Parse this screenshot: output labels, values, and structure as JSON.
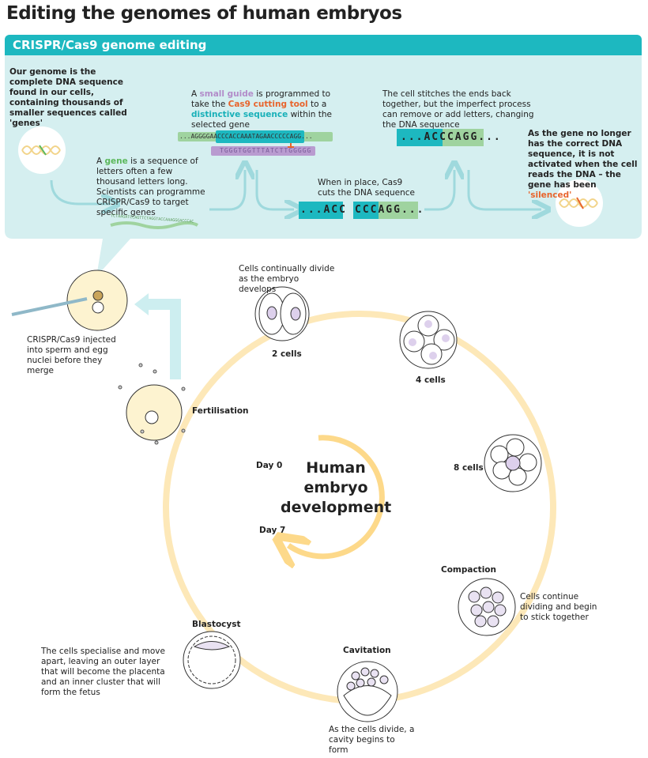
{
  "title": "Editing the genomes of human embryos",
  "panel": {
    "header": "CRISPR/Cas9 genome editing",
    "genome_text": "Our genome is the complete DNA sequence found in our cells, containing thousands of smaller sequences called 'genes'",
    "gene_text": {
      "pre": "A ",
      "hl": "gene",
      "post": " is a sequence of letters often a few thousand letters long. Scientists can programme CRISPR/Cas9 to target specific genes"
    },
    "guide_text": {
      "a": "A ",
      "b": "small guide",
      "c": " is programmed to take the ",
      "d": "Cas9 cutting tool",
      "e": " to a ",
      "f": "distinctive sequence",
      "g": " within the selected gene"
    },
    "dna_seq": "...AGGGGAACCCACCAAATAGAACCCCCAGG...",
    "guide_seq": "TGGGTGGTTTATCTTGGGGG",
    "gene_seq": "TCTAAGATCCAGTTCTAGGTACCAAAGGGACCCAC",
    "cut_text": "When in place, Cas9 cuts the DNA sequence",
    "cut_left": "...ACC",
    "cut_right": "CCCAGG...",
    "stitch_text": "The cell stitches the ends back together, but the imperfect process can remove or add letters, changing the DNA sequence",
    "stitched": "...ACCCAGG...",
    "silenced_text": {
      "pre": "As the gene no longer has the correct DNA sequence, it is not activated when the cell reads the DNA – the gene has been ",
      "hl": "'silenced'"
    }
  },
  "cycle": {
    "injected": "CRISPR/Cas9 injected into sperm and egg nuclei before they merge",
    "fertilisation": "Fertilisation",
    "divide": "Cells continually divide as the embryo develops",
    "c2": "2 cells",
    "c4": "4 cells",
    "c8": "8 cells",
    "compaction": "Compaction",
    "compaction_text": "Cells continue dividing and begin to stick together",
    "cavitation": "Cavitation",
    "cavitation_text": "As the cells divide, a cavity begins to form",
    "blastocyst": "Blastocyst",
    "blastocyst_text": "The cells specialise and move apart, leaving an outer layer that will become the placenta and an inner cluster that will form the fetus",
    "center": "Human embryo development",
    "day0": "Day 0",
    "day7": "Day 7"
  },
  "colors": {
    "teal": "#1db8c0",
    "panel": "#d5eff0",
    "cycle": "#fde8b8",
    "arrow": "#fdd98a"
  }
}
